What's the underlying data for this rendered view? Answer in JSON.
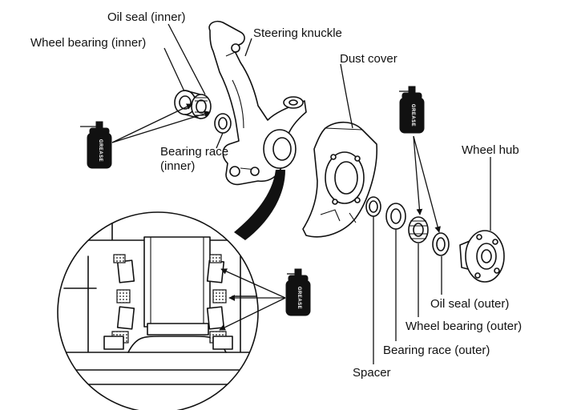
{
  "labels": {
    "oil_seal_inner": "Oil seal (inner)",
    "wheel_bearing_inner": "Wheel bearing (inner)",
    "steering_knuckle": "Steering knuckle",
    "dust_cover": "Dust cover",
    "bearing_race_inner_line1": "Bearing race",
    "bearing_race_inner_line2": "(inner)",
    "wheel_hub": "Wheel hub",
    "oil_seal_outer": "Oil seal (outer)",
    "wheel_bearing_outer": "Wheel bearing (outer)",
    "bearing_race_outer": "Bearing race (outer)",
    "spacer": "Spacer"
  },
  "grease_can_text": "GREASE"
}
